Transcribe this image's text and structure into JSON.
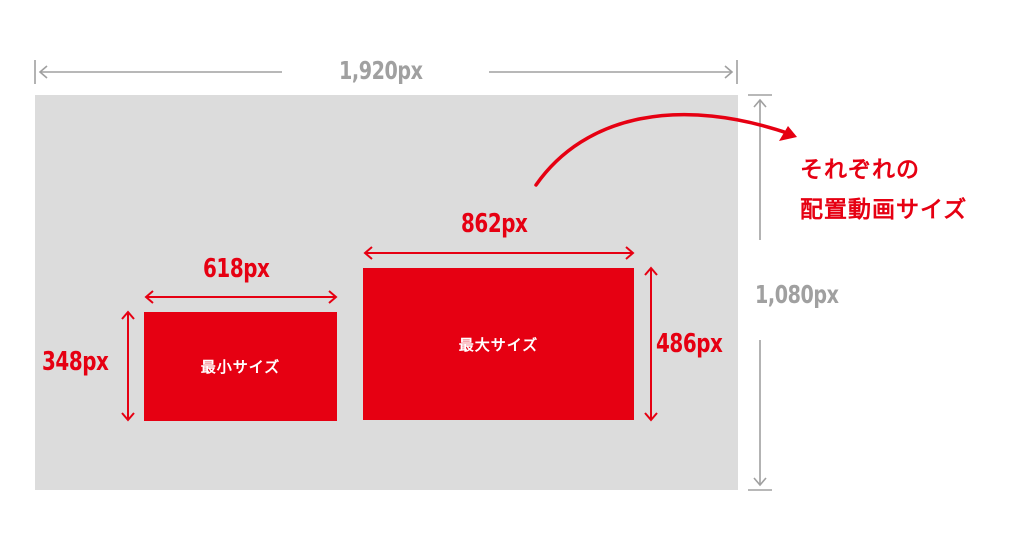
{
  "canvas": {
    "width_label": "1,920px",
    "height_label": "1,080px"
  },
  "min_size": {
    "label": "最小サイズ",
    "width_label": "618px",
    "height_label": "348px"
  },
  "max_size": {
    "label": "最大サイズ",
    "width_label": "862px",
    "height_label": "486px"
  },
  "callout": {
    "line1": "それぞれの",
    "line2": "配置動画サイズ"
  },
  "colors": {
    "accent": "#e60012",
    "canvas": "#dcdcdc",
    "dimension_gray": "#a0a0a0"
  }
}
